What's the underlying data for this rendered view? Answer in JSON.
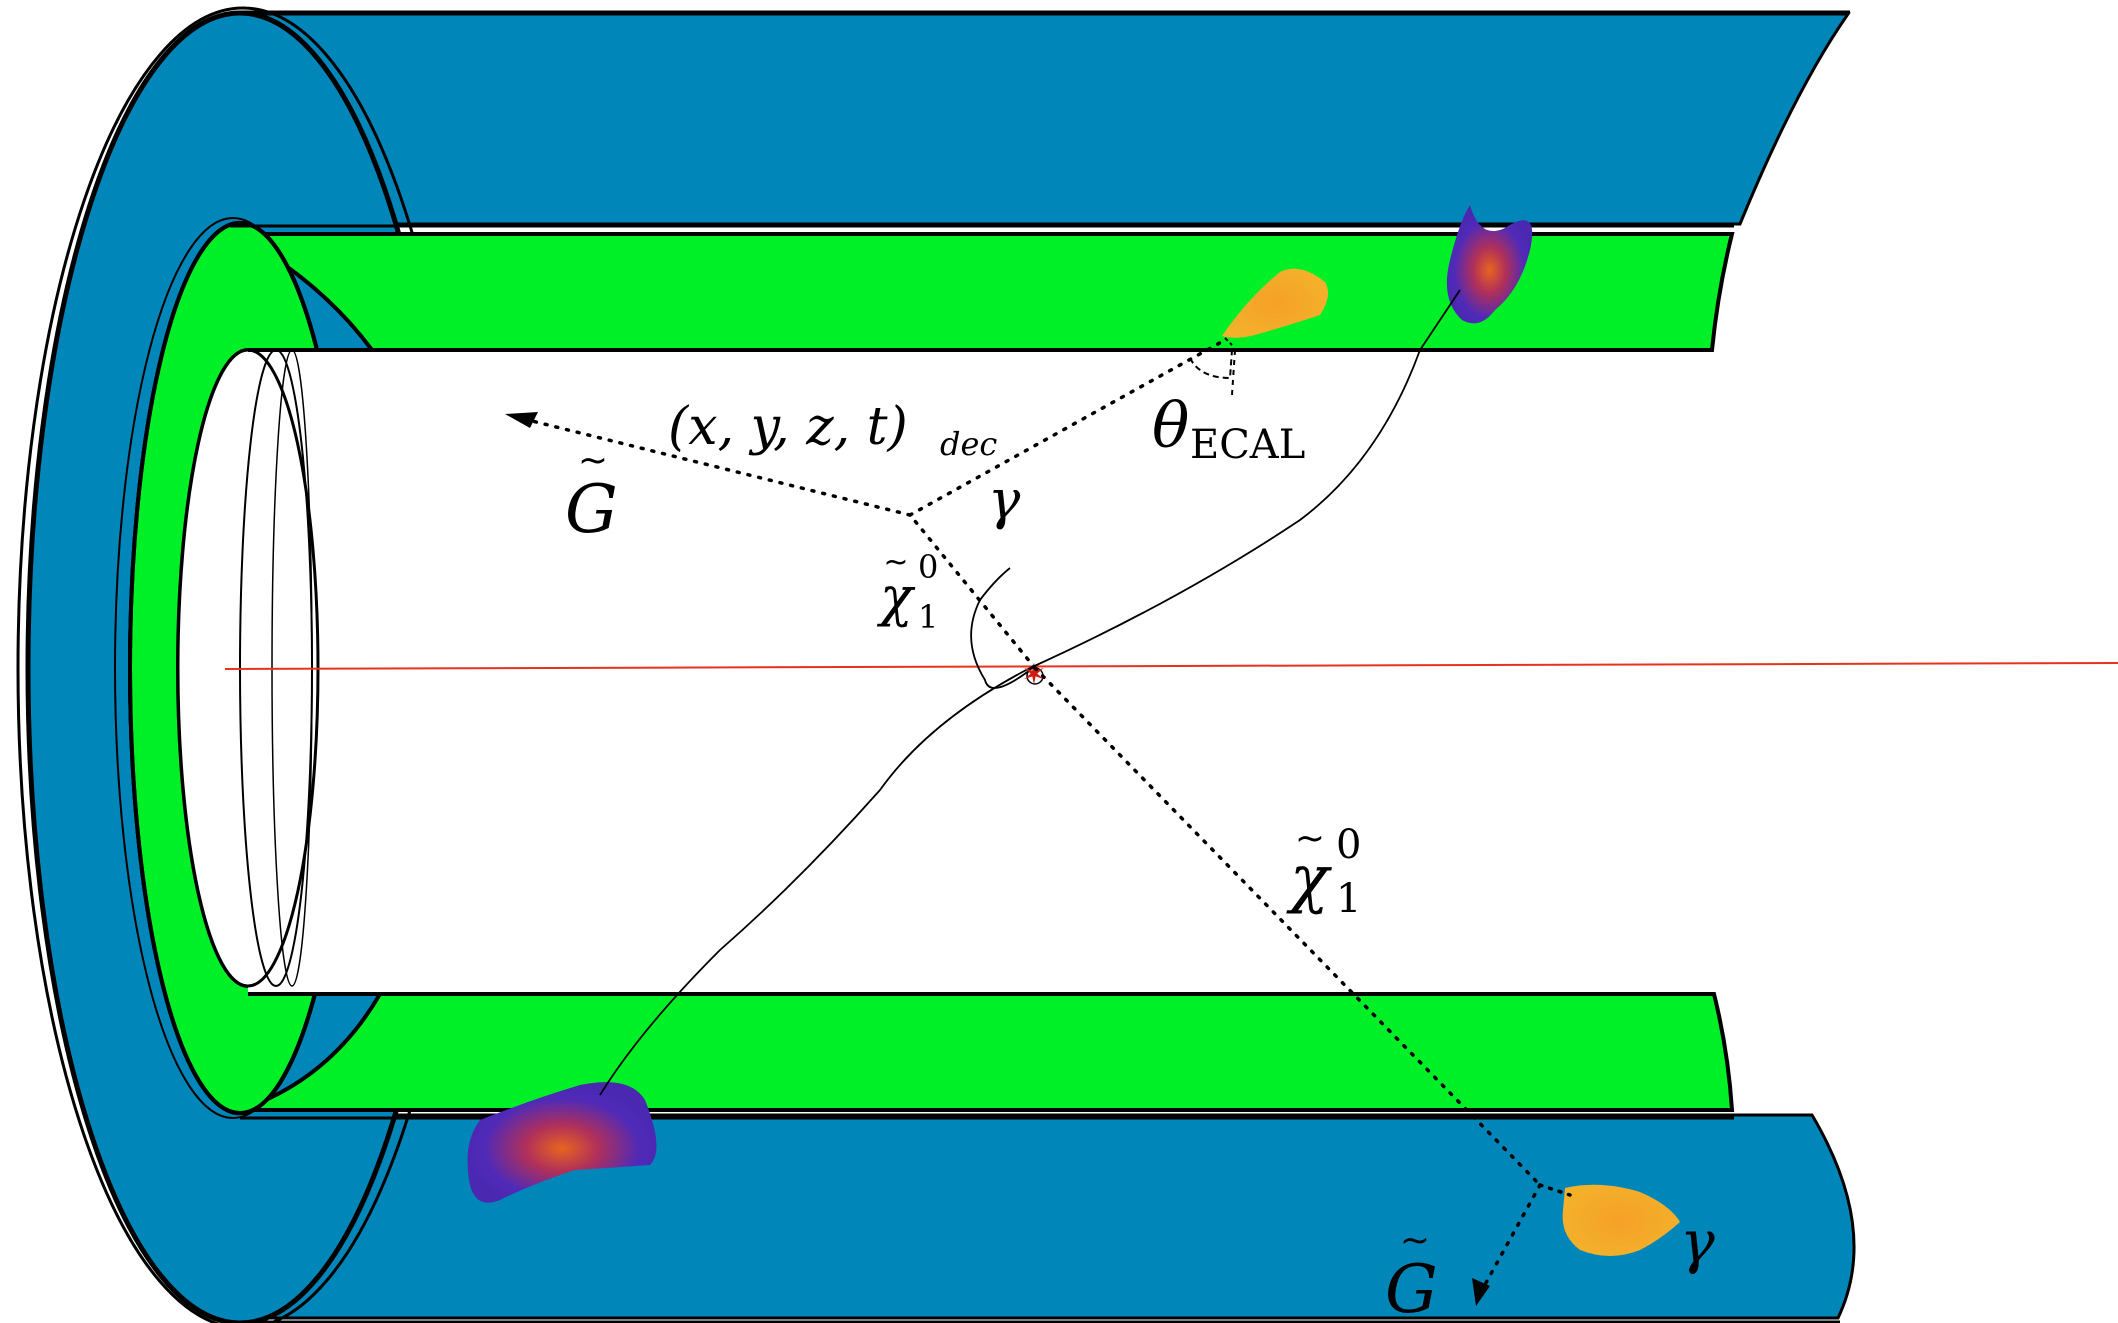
{
  "colors": {
    "hcal": "#0086B8",
    "ecal": "#00F028",
    "beam": "#E8321E",
    "ip": "#D01A10",
    "deposit_em": "#F5A41E",
    "deposit_had_outer": "#4F2AB8",
    "deposit_had_core": "#E0641E",
    "line": "#000000",
    "background": "#FFFFFF"
  },
  "labels": {
    "gravitino_left": "G",
    "decay_vertex": "(x, y, z, t)",
    "decay_vertex_sub": "dec",
    "photon_upper": "γ",
    "theta": "θ",
    "theta_sub": "ECAL",
    "neutralino_upper": "χ",
    "neutralino_upper_sub": "1",
    "neutralino_upper_sup": "0",
    "neutralino_lower": "χ",
    "neutralino_lower_sub": "1",
    "neutralino_lower_sup": "0",
    "gravitino_lower": "G",
    "photon_lower": "γ"
  }
}
